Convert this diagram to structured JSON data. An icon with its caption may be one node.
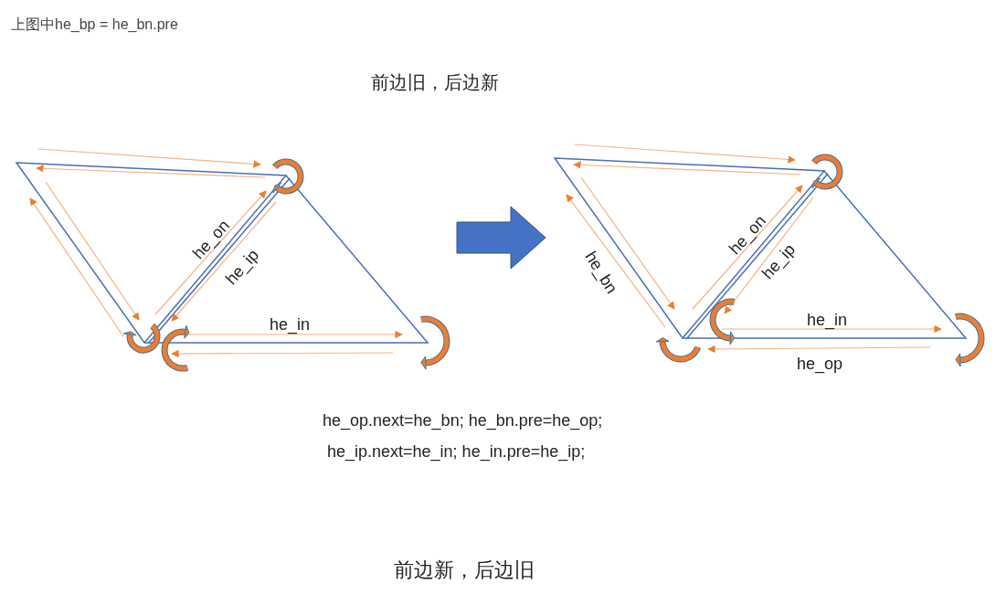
{
  "diagram": {
    "nodes": [
      {
        "text": [],
        "shape": "picture"
      },
      {
        "text": [],
        "shape": "picture"
      }
    ],
    "edges": [
      {
        "from": 0,
        "to": 1,
        "arrow": "to",
        "style": "thick",
        "color": "#4472c4"
      }
    ],
    "labels": [
      "上图中he_bp = he_bn.pre",
      "前边旧，后边新",
      "he_on",
      "he_ip",
      "he_in",
      "he_bn",
      "he_on",
      "he_ip",
      "he_in",
      "he_op",
      "he_op.next=he_bn; he_bn.pre=he_op;",
      "he_ip.next=he_in; he_in.pre=he_ip;",
      "前边新，后边旧"
    ]
  }
}
